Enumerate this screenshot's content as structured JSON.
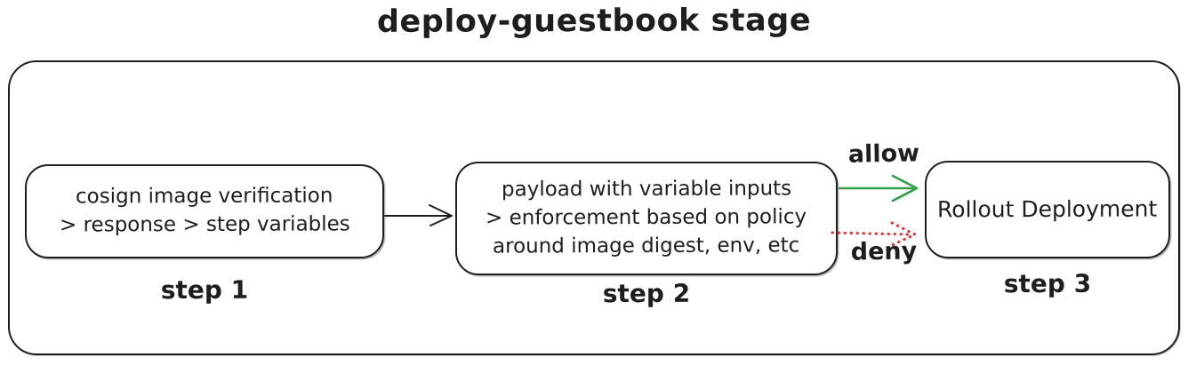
{
  "title": "deploy-guestbook stage",
  "colors": {
    "stroke": "#1e1e1e",
    "allow": "#2f9e44",
    "deny": "#e03131",
    "background": "#ffffff"
  },
  "diagram": {
    "container_name": "deploy-guestbook stage boundary",
    "steps": [
      {
        "label": "step 1",
        "lines": [
          "cosign image verification",
          "> response > step variables"
        ]
      },
      {
        "label": "step 2",
        "lines": [
          "payload with variable inputs",
          "> enforcement based on policy",
          "around image digest, env, etc"
        ]
      },
      {
        "label": "step 3",
        "lines": [
          "Rollout Deployment"
        ]
      }
    ],
    "edges": [
      {
        "from": "step 1",
        "to": "step 2",
        "label": "",
        "style": "solid",
        "color": "#1e1e1e"
      },
      {
        "from": "step 2",
        "to": "step 3",
        "label": "allow",
        "style": "solid",
        "color": "#2f9e44"
      },
      {
        "from": "step 2",
        "to": "step 3",
        "label": "deny",
        "style": "dotted",
        "color": "#e03131"
      }
    ]
  }
}
